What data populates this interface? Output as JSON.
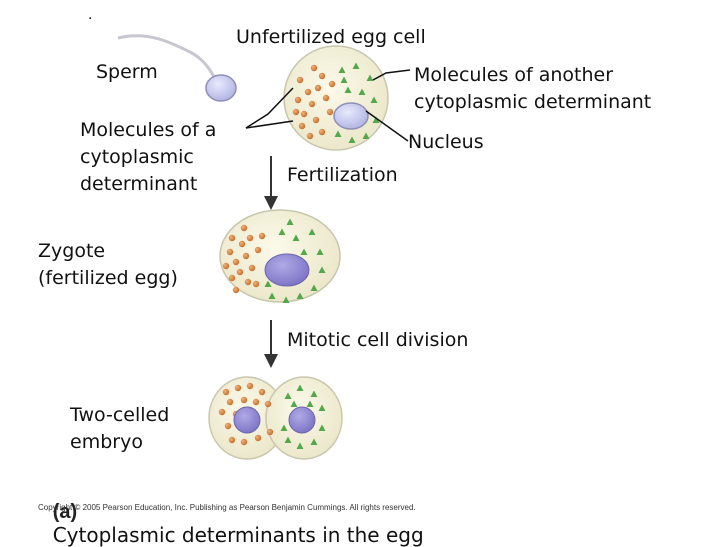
{
  "labels": {
    "dot": ".",
    "unfertilized": "Unfertilized egg cell",
    "sperm": "Sperm",
    "molecules_another": "Molecules of another\ncytoplasmic determinant",
    "molecules_a": "Molecules of a\ncytoplasmic\ndeterminant",
    "nucleus": "Nucleus",
    "fertilization": "Fertilization",
    "zygote": "Zygote\n(fertilized egg)",
    "mitotic": "Mitotic cell division",
    "two_celled": "Two-celled\nembryo"
  },
  "caption": {
    "tag": "(a)",
    "text": "Cytoplasmic determinants in the egg"
  },
  "copyright": "Copyright © 2005 Pearson Education, Inc. Publishing as Pearson Benjamin Cummings. All rights reserved.",
  "colors": {
    "cytoplasm": "#f3f0d8",
    "cell_border": "#c9c6ae",
    "nucleus_egg": "#c9cdf0",
    "nucleus_dark": "#8d86d2",
    "dots": "#d4843e",
    "triangles": "#53a84a",
    "arrow": "#333333"
  }
}
